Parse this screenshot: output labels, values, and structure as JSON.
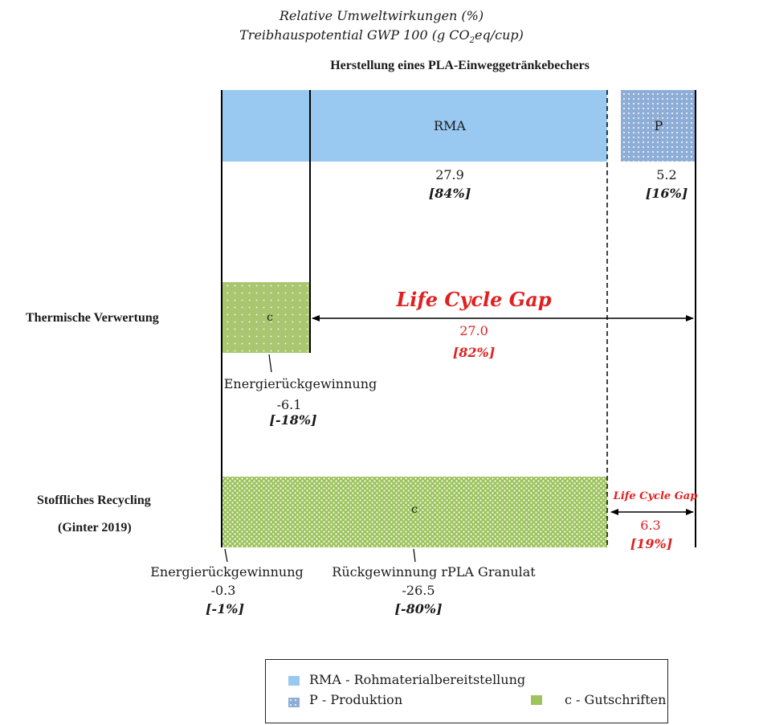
{
  "header": {
    "line1": "Relative Umweltwirkungen (%)",
    "line2_prefix": "Treibhauspotential GWP 100 (g CO",
    "line2_sub": "2",
    "line2_suffix": "eq/cup)",
    "title": "Herstellung eines PLA-Einweggetränkebechers"
  },
  "rows": {
    "thermal": "Thermische Verwertung",
    "recycling_line1": "Stoffliches Recycling",
    "recycling_line2": "(Ginter 2019)"
  },
  "production": {
    "rma": {
      "label": "RMA",
      "value": "27.9",
      "percent": "[84%]"
    },
    "p": {
      "label": "P",
      "value": "5.2",
      "percent": "[16%]"
    }
  },
  "thermal": {
    "c_label": "c",
    "credit_name": "Energierückgewinnung",
    "credit_value": "-6.1",
    "credit_percent": "[-18%]",
    "gap_title": "Life Cycle Gap",
    "gap_value": "27.0",
    "gap_percent": "[82%]"
  },
  "recycling": {
    "c_label": "c",
    "energy_name": "Energierückgewinnung",
    "energy_value": "-0.3",
    "energy_percent": "[-1%]",
    "granulat_name": "Rückgewinnung rPLA Granulat",
    "granulat_value": "-26.5",
    "granulat_percent": "[-80%]",
    "gap_title": "Life Cycle Gap",
    "gap_value": "6.3",
    "gap_percent": "[19%]"
  },
  "legend": {
    "rma": "RMA - Rohmaterialbereitstellung",
    "p": "P - Produktion",
    "c": "c - Gutschriften"
  },
  "colors": {
    "rma_blue": "#99c8f0",
    "p_blue": "#8eaed8",
    "credit_green": "#a9c670",
    "recycling_green": "#9cc35c",
    "gap_red": "#e02020"
  },
  "chart_data": {
    "type": "bar",
    "unit": "g CO2eq/cup",
    "production": [
      {
        "name": "RMA",
        "value": 27.9,
        "percent": 84
      },
      {
        "name": "P",
        "value": 5.2,
        "percent": 16
      }
    ],
    "thermische_verwertung": {
      "credits": [
        {
          "name": "Energierückgewinnung",
          "value": -6.1,
          "percent": -18
        }
      ],
      "life_cycle_gap": {
        "value": 27.0,
        "percent": 82
      }
    },
    "stoffliches_recycling": {
      "credits": [
        {
          "name": "Energierückgewinnung",
          "value": -0.3,
          "percent": -1
        },
        {
          "name": "Rückgewinnung rPLA Granulat",
          "value": -26.5,
          "percent": -80
        }
      ],
      "life_cycle_gap": {
        "value": 6.3,
        "percent": 19
      }
    }
  }
}
